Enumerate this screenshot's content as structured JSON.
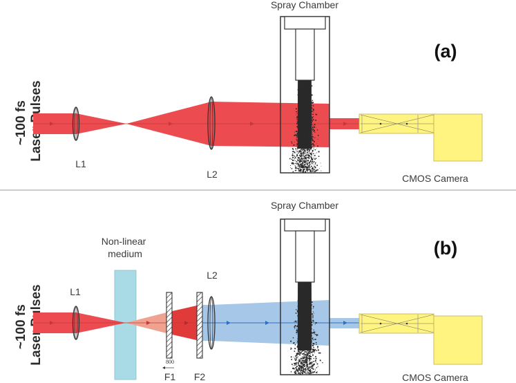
{
  "panel_a": {
    "tag": "(a)",
    "side_label_line1": "~100 fs",
    "side_label_line2": "Laser Pulses",
    "lens1": "L1",
    "lens2": "L2",
    "chamber": "Spray Chamber",
    "camera": "CMOS Camera"
  },
  "panel_b": {
    "tag": "(b)",
    "side_label_line1": "~100 fs",
    "side_label_line2": "Laser Pulses",
    "medium_line1": "Non-linear",
    "medium_line2": "medium",
    "lens1": "L1",
    "lens2": "L2",
    "filter1": "F1",
    "filter2": "F2",
    "filter_mark": "800",
    "chamber": "Spray Chamber",
    "camera": "CMOS Camera"
  },
  "colors": {
    "red_beam": "#ec4b50",
    "red_dark": "#e03b38",
    "pink_beam": "#efa28f",
    "blue_beam": "#a7c7e8",
    "blue_line": "#2f6fc0",
    "medium": "#a9dbe6",
    "camera_body": "#fff480",
    "spray": "#2a2a2a"
  }
}
